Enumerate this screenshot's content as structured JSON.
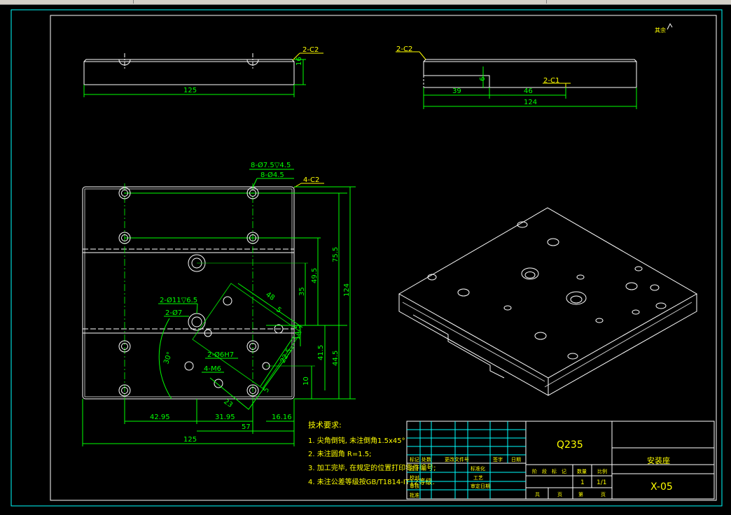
{
  "colors": {
    "background": "#000000",
    "outline": "#ffffff",
    "dimension": "#00ff00",
    "annotation": "#ffff00",
    "frame": "#00ffff"
  },
  "corner_note": "其余",
  "top_view": {
    "callout": "2-C2",
    "width": "125",
    "height": "16"
  },
  "side_view": {
    "callout_left": "2-C2",
    "callout_right": "2-C1",
    "dim_left": "39",
    "dim_step": "6",
    "dim_mid": "46",
    "dim_total": "124"
  },
  "plan_view": {
    "hole_spec_1": "8-Ø7.5▽4.5",
    "hole_spec_2": "8-Ø4.5",
    "chamfer": "4-C2",
    "cb_spec": "2-Ø11▽6.5",
    "small_hole": "2-Ø7",
    "pin_hole": "2-Ø6H7",
    "thread": "4-M6",
    "angle": "30°",
    "dims_right": [
      "124",
      "75.5",
      "49.5",
      "35",
      "44.5",
      "41.5",
      "14.5",
      "10"
    ],
    "dims_diag": [
      "48",
      "5",
      "22.5",
      "23",
      "5"
    ],
    "dims_bottom": [
      "42.95",
      "31.95",
      "16.16",
      "57",
      "125"
    ]
  },
  "tech_requirements": {
    "title": "技术要求:",
    "items": [
      "1. 尖角倒钝, 未注倒角1.5x45°",
      "2. 未注圆角 R=1.5;",
      "3. 加工完毕, 在规定的位置打印零件编号;",
      "4. 未注公差等级按GB/T1814-IT12等级."
    ]
  },
  "title_block": {
    "material": "Q235",
    "part_name": "安装座",
    "drawing_no": "X-05",
    "qty": "1",
    "scale": "1/1",
    "rev_headers": [
      "标记",
      "处数",
      "更改文件号",
      "签字",
      "日期"
    ],
    "role_labels": [
      "设计",
      "校对",
      "审核",
      "批准"
    ],
    "mid_labels": [
      "标准化",
      "工艺",
      "审定日期"
    ],
    "stage_headers": [
      "阶",
      "段",
      "标",
      "记",
      "数量",
      "比例"
    ],
    "sheet_labels": [
      "共",
      "页",
      "第",
      "页"
    ]
  }
}
